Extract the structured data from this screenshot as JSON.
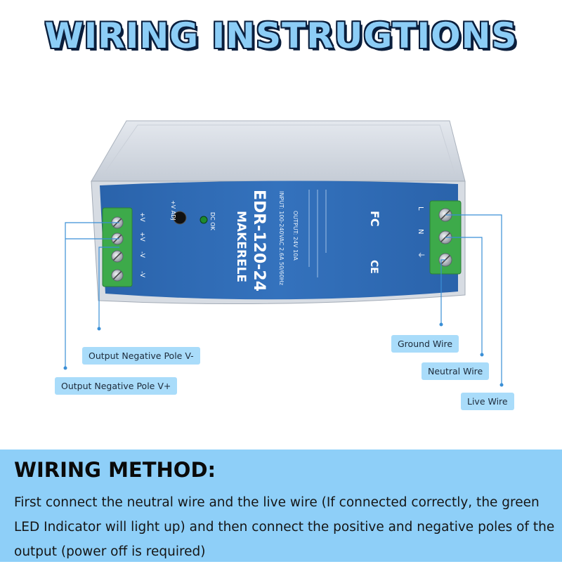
{
  "title": "WIRING INSTRUGTIONS",
  "device": {
    "brand": "MAKERELE",
    "model": "EDR-120-24",
    "input_spec": "INPUT: 100-240VAC 2.6A 50/60Hz",
    "output_spec": "OUTPUT: 24V 10A",
    "indicator_label": "DC OK",
    "adjust_label": "+V ADJ",
    "left_terminal_labels": [
      "+V",
      "+V",
      "-V",
      "-V"
    ],
    "right_terminal_labels": [
      "L",
      "N",
      "⏚"
    ],
    "cert_marks": [
      "FC",
      "CE"
    ]
  },
  "labels": {
    "output_negative_v_minus": "Output Negative Pole V-",
    "output_negative_v_plus": "Output Negative Pole V+",
    "ground_wire": "Ground Wire",
    "neutral_wire": "Neutral Wire",
    "live_wire": "Live Wire"
  },
  "method": {
    "title": "WIRING METHOD:",
    "text": "First connect the neutral wire and the live wire (If connected correctly, the green LED Indicator will light up) and then connect the positive and negative poles of the output (power off is required)"
  },
  "colors": {
    "title_fill": "#8ccdf6",
    "title_outline": "#0a1e3c",
    "panel": "#8ecff8",
    "label_bg": "#a9dcfa",
    "device_blue": "#2f6ab3",
    "terminal_green": "#3daa4a",
    "leader_line": "#3a8fd6"
  }
}
